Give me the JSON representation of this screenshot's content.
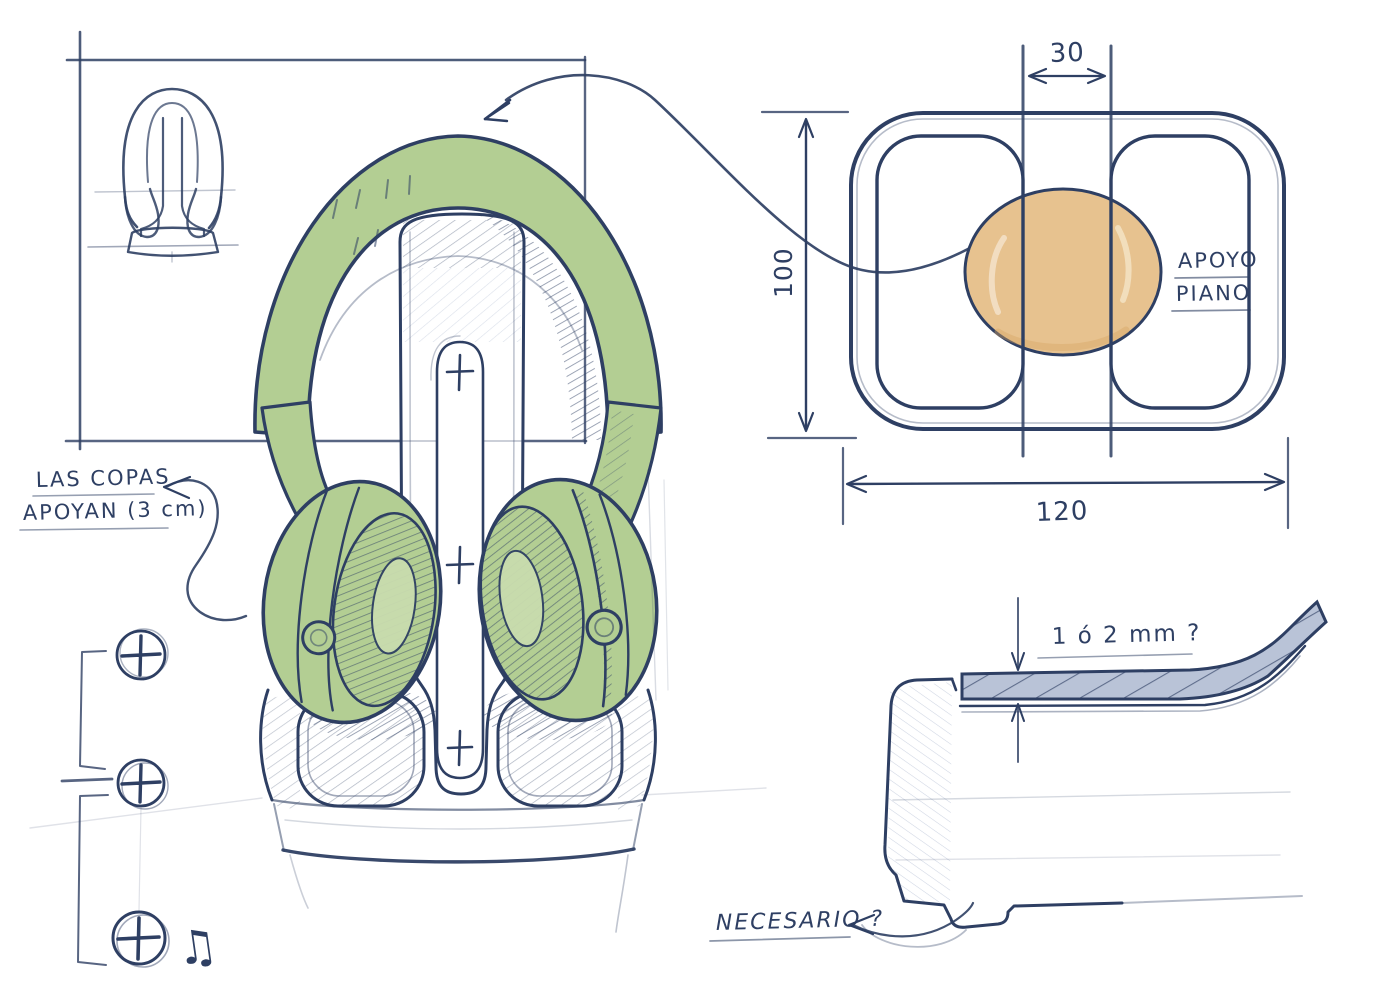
{
  "meta": {
    "title": "Headphone stand concept sketch"
  },
  "colors": {
    "ink": "#2e3f63",
    "green": "#b3ce93",
    "green_light": "#c9dcae",
    "orange": "#e7c28f",
    "strip_fill": "#b9c3d7",
    "paper": "#ffffff"
  },
  "annotations": {
    "cups_line1": "LAS COPAS",
    "cups_line2": "APOYAN (3 cm)",
    "support_line1": "APOYO",
    "support_line2": "PIANO",
    "thickness": "1 ó 2 mm ?",
    "necessary": "NECESARIO ?"
  },
  "dimensions": {
    "column_width": "30",
    "height": "100",
    "total_width": "120"
  },
  "icons": {
    "music_note": "♫"
  }
}
